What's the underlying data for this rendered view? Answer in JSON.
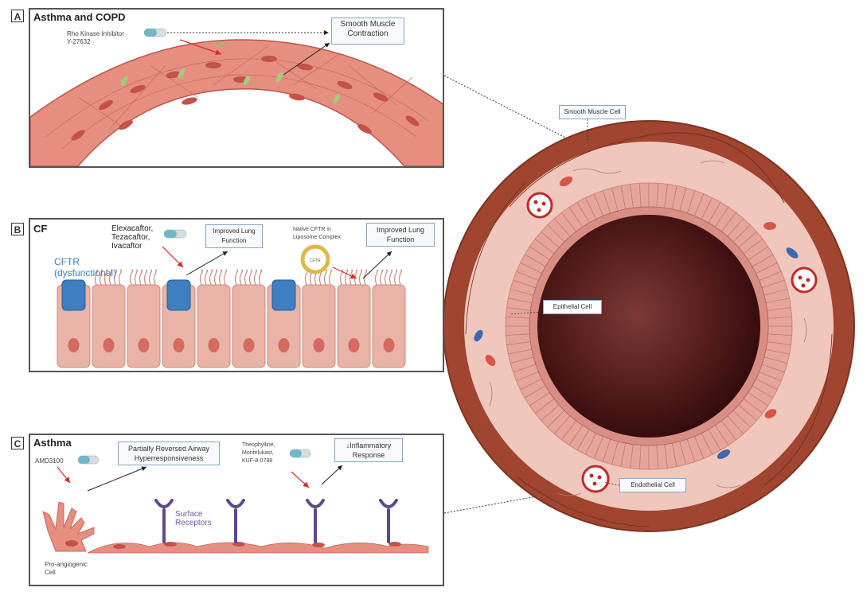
{
  "panel_a": {
    "letter": "A",
    "title": "Asthma and COPD",
    "drug": "Rho Kinase Inhibitor\nY-27632",
    "target": "Rho",
    "effect": "Smooth Muscle\nContraction"
  },
  "panel_b": {
    "letter": "B",
    "title": "CF",
    "protein": "CFTR\n(dysfunctional)",
    "drug": "Elexacaftor,\nTezacaftor,\nIvacaftor",
    "effect1": "Improved Lung\nFunction",
    "liposome": "Native CFTR in\nLiposome Complex",
    "effect2": "Improved Lung\nFunction"
  },
  "panel_c": {
    "letter": "C",
    "title": "Asthma",
    "drug1": "AMD3100",
    "effect1": "Partially Reversed Airway\nHyperresponsiveness",
    "drug2": "Theophylline,\nMontelukast,\nKUF-8-0788",
    "effect2": "↓Inflammatory\nResponse",
    "receptors": "Surface\nReceptors",
    "cell": "Pro-angiogenic\nCell"
  },
  "airway": {
    "smooth_muscle_label": "Smooth Muscle Cell",
    "epithelial_label": "Epithelial Cell",
    "endothelial_label": "Endothelial Cell"
  },
  "colors": {
    "muscle": "#a0452f",
    "tissue": "#ecb8ae",
    "lumen": "#3a0e0e",
    "cftr": "#3d7fc0",
    "receptor": "#5a4a8c",
    "red_arrow": "#d62b2b"
  }
}
